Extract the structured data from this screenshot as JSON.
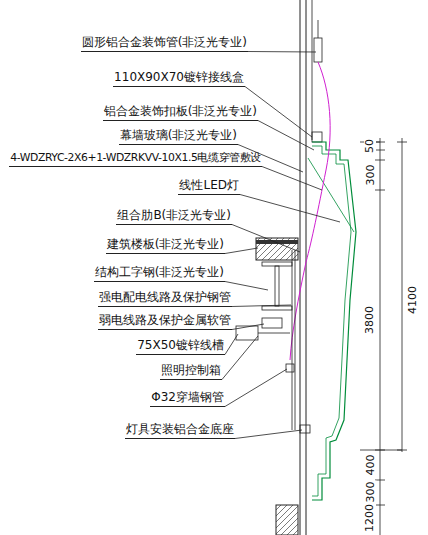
{
  "diagram": {
    "labels": [
      "圆形铝合金装饰管(非泛光专业)",
      "110X90X70镀锌接线盒",
      "铝合金装饰扣板(非泛光专业)",
      "幕墙玻璃(非泛光专业)",
      "4-WDZRYC-2X6+1-WDZRKVV-10X1.5电缆穿管敷设",
      "线性LED灯",
      "组合肋B(非泛光专业)",
      "建筑楼板(非泛光专业)",
      "结构工字钢(非泛光专业)",
      "强电配电线路及保护钢管",
      "弱电线路及保护金属软管",
      "75X50镀锌线槽",
      "照明控制箱",
      "Φ32穿墙钢管",
      "灯具安装铝合金底座",
      "50",
      "300",
      "3800",
      "4100",
      "400",
      "300",
      "1200"
    ]
  }
}
